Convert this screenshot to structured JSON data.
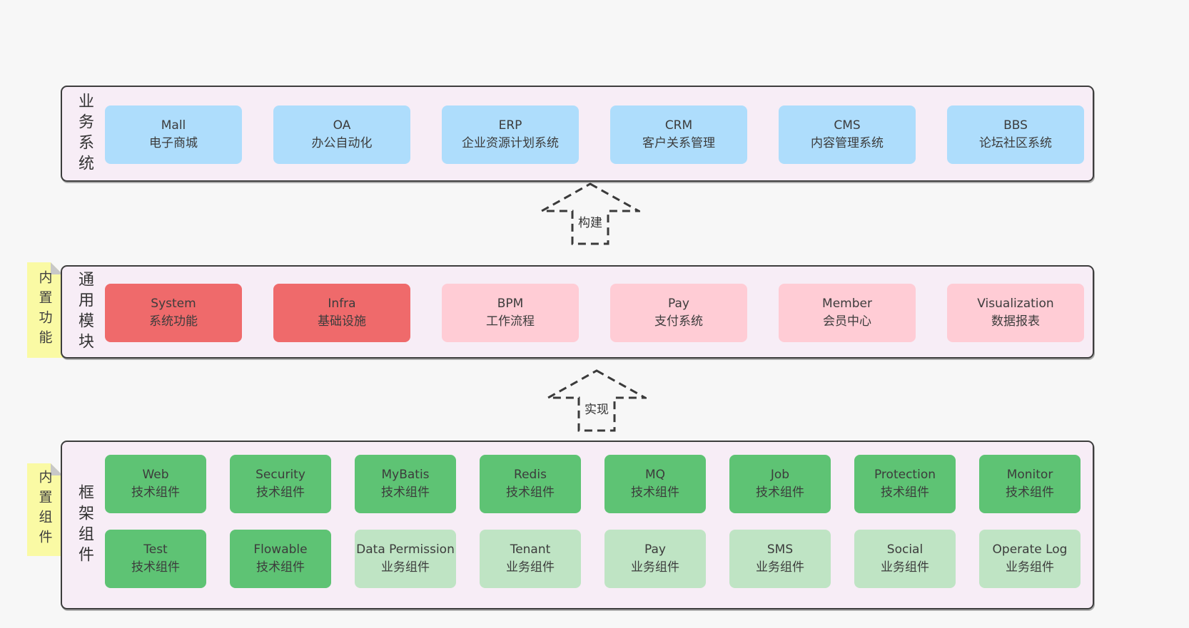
{
  "colors": {
    "page_bg": "#f7f7f7",
    "layer_bg": "#f7edf6",
    "layer_border": "#3d3d3d",
    "blue": "#aeddfc",
    "red": "#ef6a6b",
    "pink": "#ffccd5",
    "green": "#5ec374",
    "light_green": "#bfe4c4",
    "note_yellow": "#fafaa4",
    "note_fold": "#c8c8c8",
    "text": "#3a3a3a"
  },
  "layers": {
    "business": {
      "label": "业务系统",
      "boxes": [
        {
          "en": "Mall",
          "cn": "电子商城"
        },
        {
          "en": "OA",
          "cn": "办公自动化"
        },
        {
          "en": "ERP",
          "cn": "企业资源计划系统"
        },
        {
          "en": "CRM",
          "cn": "客户关系管理"
        },
        {
          "en": "CMS",
          "cn": "内容管理系统"
        },
        {
          "en": "BBS",
          "cn": "论坛社区系统"
        }
      ]
    },
    "modules": {
      "label": "通用模块",
      "note": "内置功能",
      "boxes": [
        {
          "en": "System",
          "cn": "系统功能"
        },
        {
          "en": "Infra",
          "cn": "基础设施"
        },
        {
          "en": "BPM",
          "cn": "工作流程"
        },
        {
          "en": "Pay",
          "cn": "支付系统"
        },
        {
          "en": "Member",
          "cn": "会员中心"
        },
        {
          "en": "Visualization",
          "cn": "数据报表"
        }
      ]
    },
    "components": {
      "label": "框架组件",
      "note": "内置组件",
      "row1": [
        {
          "en": "Web",
          "cn": "技术组件"
        },
        {
          "en": "Security",
          "cn": "技术组件"
        },
        {
          "en": "MyBatis",
          "cn": "技术组件"
        },
        {
          "en": "Redis",
          "cn": "技术组件"
        },
        {
          "en": "MQ",
          "cn": "技术组件"
        },
        {
          "en": "Job",
          "cn": "技术组件"
        },
        {
          "en": "Protection",
          "cn": "技术组件"
        },
        {
          "en": "Monitor",
          "cn": "技术组件"
        }
      ],
      "row2": [
        {
          "en": "Test",
          "cn": "技术组件"
        },
        {
          "en": "Flowable",
          "cn": "技术组件"
        },
        {
          "en": "Data Permission",
          "cn": "业务组件"
        },
        {
          "en": "Tenant",
          "cn": "业务组件"
        },
        {
          "en": "Pay",
          "cn": "业务组件"
        },
        {
          "en": "SMS",
          "cn": "业务组件"
        },
        {
          "en": "Social",
          "cn": "业务组件"
        },
        {
          "en": "Operate Log",
          "cn": "业务组件"
        }
      ]
    }
  },
  "arrows": [
    {
      "label": "构建"
    },
    {
      "label": "实现"
    }
  ]
}
